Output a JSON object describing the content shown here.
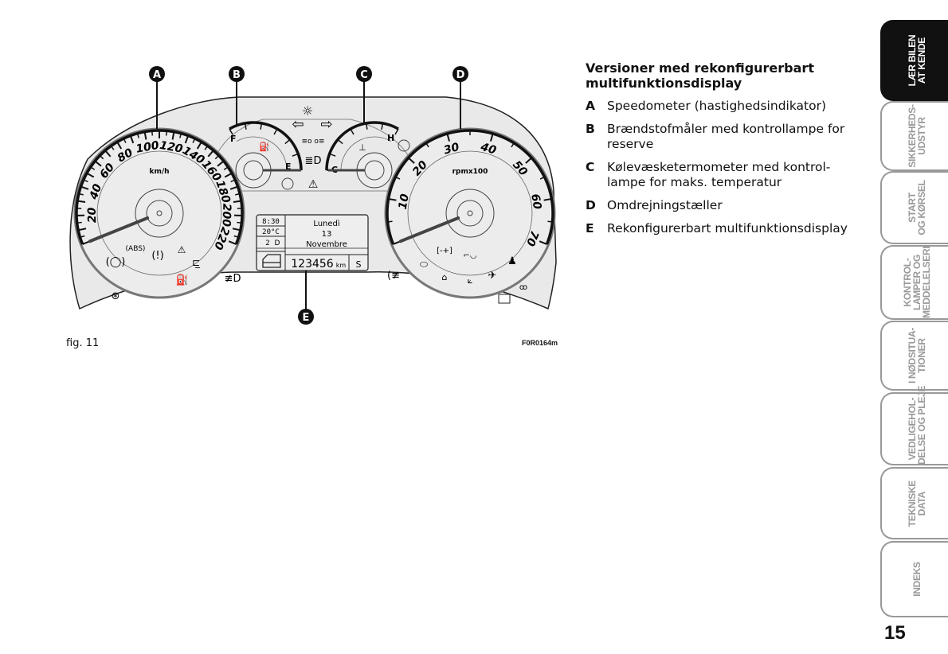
{
  "figure": {
    "caption": "fig. 11",
    "code": "F0R0164m",
    "callouts": [
      "A",
      "B",
      "C",
      "D",
      "E"
    ],
    "speedometer": {
      "unit": "km/h",
      "labels": [
        "20",
        "40",
        "60",
        "80",
        "100",
        "120",
        "140",
        "160",
        "180",
        "200",
        "220"
      ],
      "max": 220
    },
    "tachometer": {
      "unit": "rpmx100",
      "labels": [
        "10",
        "20",
        "30",
        "40",
        "50",
        "60",
        "70"
      ],
      "max": 70
    },
    "fuel_gauge": {
      "full": "F",
      "empty": "E"
    },
    "temp_gauge": {
      "cold": "C",
      "hot": "H"
    },
    "display": {
      "time": "8:30",
      "temperature": "20°C",
      "headlight_level": "2",
      "day": "Lunedì",
      "date": "13",
      "month": "Novembre",
      "odometer": "123456",
      "odometer_unit": "km",
      "mode": "S"
    }
  },
  "content": {
    "title": "Versioner med rekonfigurerbart multifunktionsdisplay",
    "items": [
      {
        "key": "A",
        "text": "Speedometer (hastighedsindikator)"
      },
      {
        "key": "B",
        "text": "Brændstofmåler med kontrollampe for reserve"
      },
      {
        "key": "C",
        "text": "Kølevæsketermometer med kontrol-lampe for maks. temperatur"
      },
      {
        "key": "D",
        "text": "Omdrejningstæller"
      },
      {
        "key": "E",
        "text": "Rekonfigurerbart multifunktionsdisplay"
      }
    ]
  },
  "tabs": [
    {
      "label": "LÆR BILEN\nAT KENDE",
      "active": true
    },
    {
      "label": "SIKKERHEDS-\nUDSTYR"
    },
    {
      "label": "START\nOG KØRSEL"
    },
    {
      "label": "KONTROL-\nLAMPER OG\nMEDDELELSERI"
    },
    {
      "label": "I NØDSITUA-\nTIONER"
    },
    {
      "label": "VEDLIGEHOL-\nDELSE OG PLEJE"
    },
    {
      "label": "TEKNISKE\nDATA"
    },
    {
      "label": "INDEKS"
    }
  ],
  "page_number": "15"
}
